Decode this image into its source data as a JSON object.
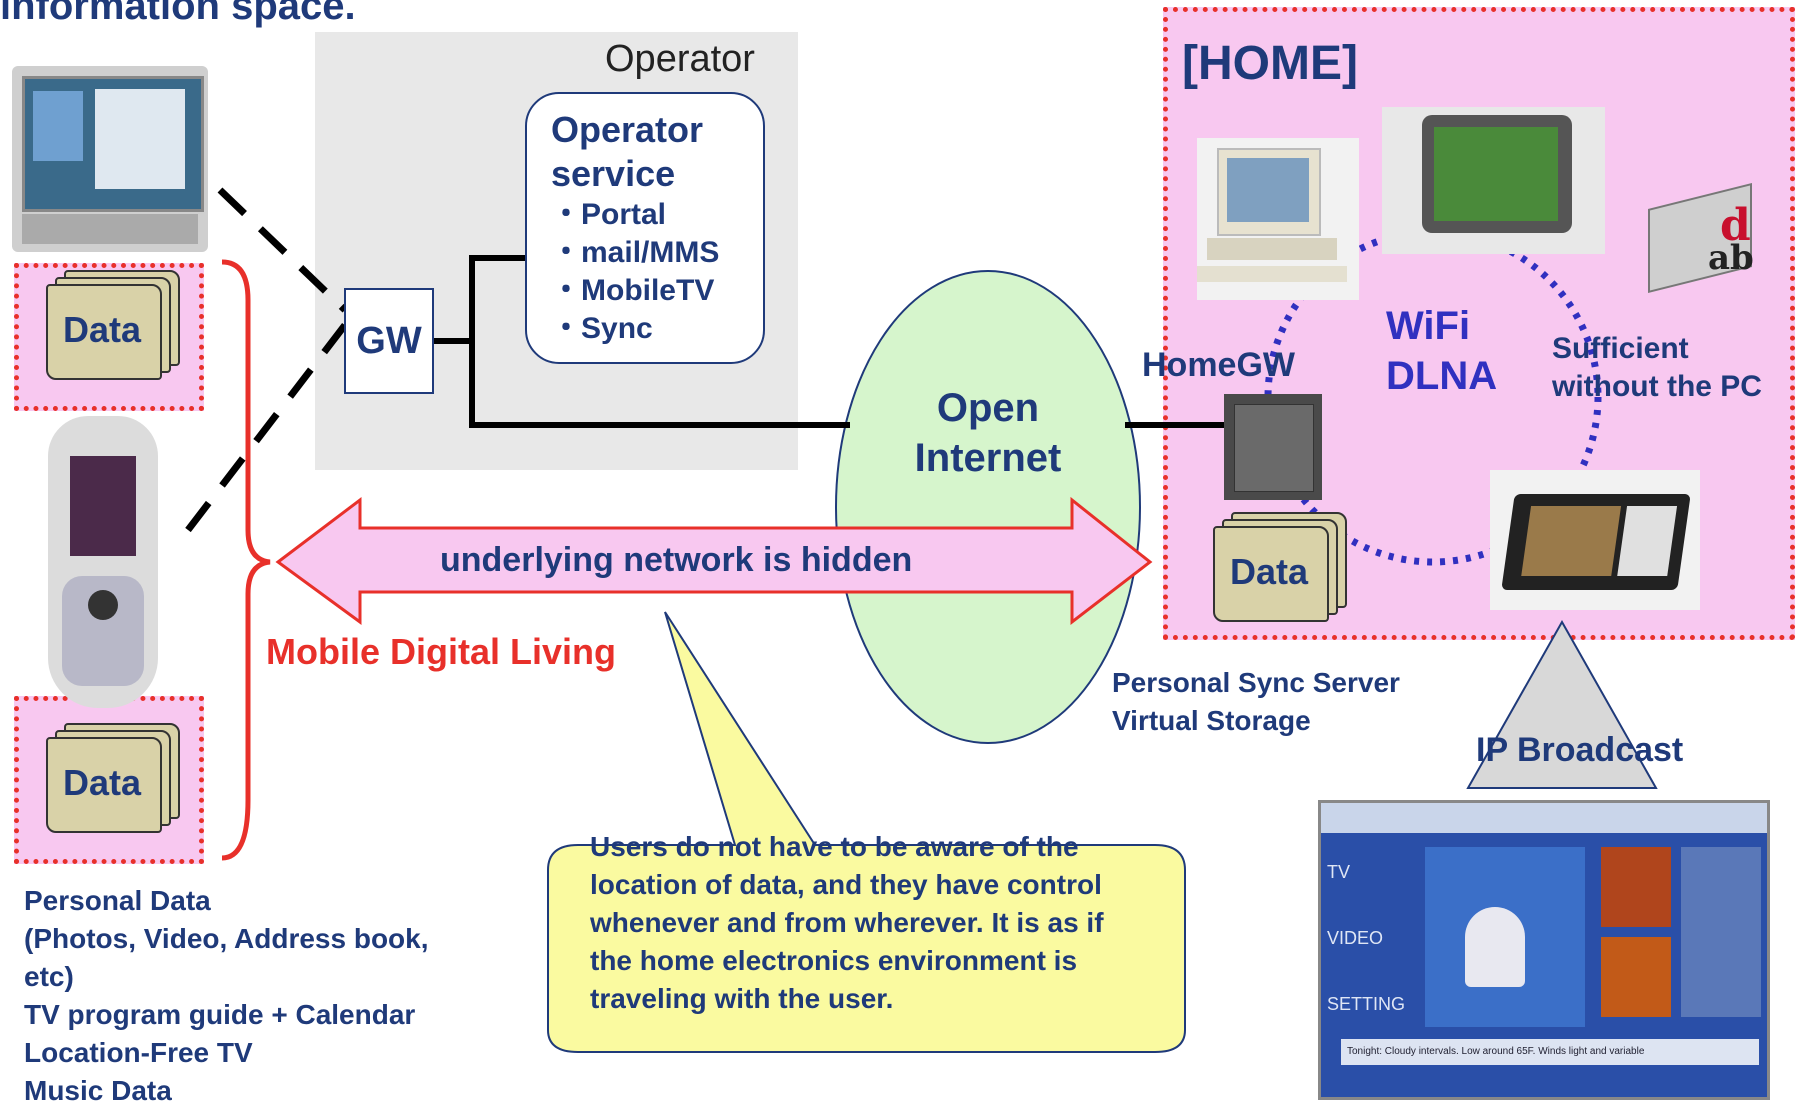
{
  "top_title": "information space.",
  "operator": {
    "label": "Operator",
    "service_title_1": "Operator",
    "service_title_2": "service",
    "services": [
      "・Portal",
      "・mail/MMS",
      "・MobileTV",
      "・Sync"
    ],
    "gw_label": "GW"
  },
  "internet": {
    "line1": "Open",
    "line2": "Internet"
  },
  "home": {
    "title": "[HOME]",
    "wifi": "WiFi",
    "dlna": "DLNA",
    "homegw": "HomeGW",
    "sufficient_1": "Sufficient",
    "sufficient_2": "without the PC",
    "data_label": "Data"
  },
  "left_data_label_1": "Data",
  "left_data_label_2": "Data",
  "arrow_label": "underlying network is hidden",
  "mobile_living": "Mobile Digital Living",
  "sync_server_1": "Personal Sync Server",
  "sync_server_2": "Virtual Storage",
  "ip_broadcast": "IP Broadcast",
  "callout": "Users do not have to be aware of the location of data, and they have control whenever and from wherever.  It is as if the home electronics environment is traveling with the user.",
  "personal_data": [
    "Personal Data",
    "(Photos, Video, Address book,",
    "etc)",
    "TV program guide + Calendar",
    "Location-Free TV",
    "Music Data"
  ],
  "tv_guide": {
    "footer": "Tonight: Cloudy intervals. Low around 65F. Winds light and variable",
    "menu": [
      "TV",
      "VIDEO",
      "SETTING"
    ]
  },
  "colors": {
    "navy": "#1f3a7a",
    "red": "#e8302a",
    "pink": "#f8c8f0",
    "green_ellipse": "#d6f5cc",
    "callout_yellow": "#fafaa0",
    "gray_operator": "#e8e8e8",
    "wifi_blue": "#3030c0"
  }
}
